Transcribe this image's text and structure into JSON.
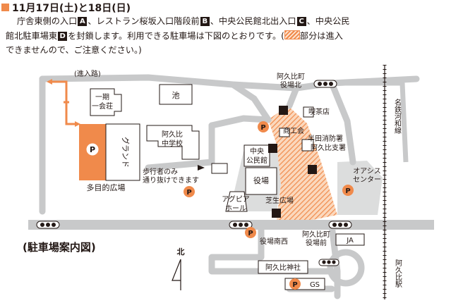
{
  "header": {
    "date": "11月17日(土)と18日(日)",
    "line1": "庁舎東側の入口",
    "line1b": "、レストラン桜坂入口階段前",
    "line1c": "、中央公民館北出入口",
    "line1d": "、中央公民",
    "line2a": "館北駐車場東",
    "line2b": "を封鎖します。利用できる駐車場は下図のとおりです。(",
    "line2c": "部分は進入",
    "line3": "できませんので、ご注意ください。)",
    "keys": [
      "A",
      "B",
      "C",
      "D"
    ]
  },
  "map": {
    "title": "(駐車場案内図)",
    "north": "北",
    "labels": {
      "shinnyu": "(進入路)",
      "ichigo1": "一期",
      "ichigo2": "一会荘",
      "ike": "池",
      "ground": "グランド",
      "tamokuteki": "多目的広場",
      "chugakko1": "阿久比",
      "chugakko2": "中学校",
      "hokosha1": "歩行者のみ",
      "hokosha2": "通り抜けできます",
      "kissa": "喫茶店",
      "shokokai": "商工会",
      "shobo1": "半田消防署",
      "shobo2": "阿久比支署",
      "chuo1": "中央",
      "chuo2": "公民館",
      "yakuba": "役場",
      "agupia1": "アグピア",
      "agupia2": "ホール",
      "shiba": "芝生広場",
      "oasis1": "オアシス",
      "oasis2": "センター",
      "tetsudo1": "名鉄河和線",
      "yakuba_kita1": "阿久比町",
      "yakuba_kita2": "役場北",
      "yakuba_mae1": "阿久比町",
      "yakuba_mae2": "役場前",
      "nansei": "役場南西",
      "ja": "JA",
      "jinja": "阿久比神社",
      "eki": "阿久比駅",
      "gs": "GS",
      "p": "P"
    }
  },
  "colors": {
    "accent": "#f08a4b",
    "hatch_light": "#fde3d0",
    "road_gray": "#c8c9ca",
    "text": "#231815"
  }
}
